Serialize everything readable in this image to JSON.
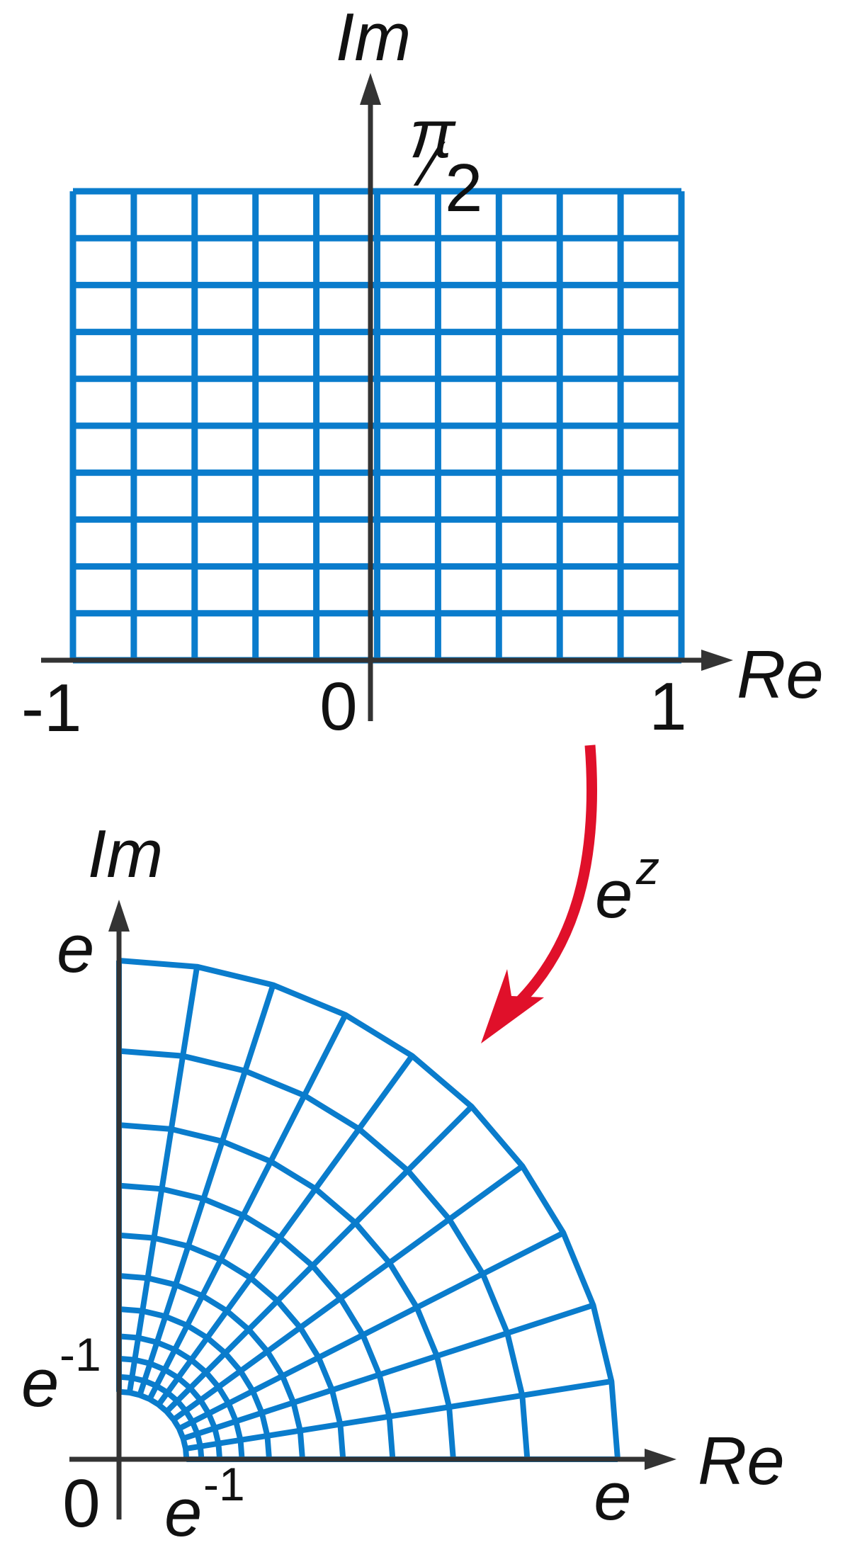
{
  "top_plot": {
    "re_axis_label": "Re",
    "im_axis_label": "Im",
    "tick_minus_one": "-1",
    "tick_zero": "0",
    "tick_one": "1",
    "pi_symbol": "π",
    "fraction_slash": "⁄",
    "two": "2",
    "re_range": [
      -1,
      1
    ],
    "im_range": [
      0,
      1.5708
    ],
    "grid_vertical_count": 10,
    "grid_horizontal_count": 10
  },
  "mapping": {
    "base": "e",
    "exponent": "z"
  },
  "bottom_plot": {
    "re_axis_label": "Re",
    "im_axis_label": "Im",
    "origin_label": "0",
    "e_symbol": "e",
    "minus_one_exponent": "-1"
  },
  "colors": {
    "grid": "#0a7ccc",
    "axis": "#333333",
    "arrow": "#e0102a"
  }
}
